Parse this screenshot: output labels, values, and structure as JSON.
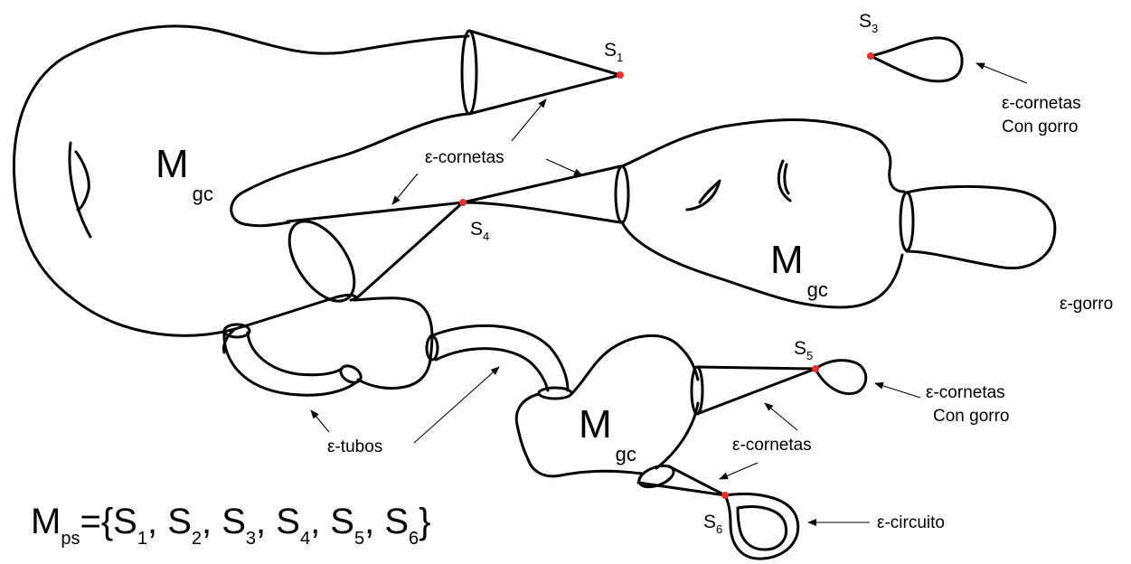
{
  "manifold_label": {
    "main": "M",
    "sub": "gc"
  },
  "points": [
    {
      "id": "S1",
      "letter": "S",
      "index": "1"
    },
    {
      "id": "S3",
      "letter": "S",
      "index": "3"
    },
    {
      "id": "S4",
      "letter": "S",
      "index": "4"
    },
    {
      "id": "S5",
      "letter": "S",
      "index": "5"
    },
    {
      "id": "S6",
      "letter": "S",
      "index": "6"
    }
  ],
  "labels": {
    "cornetas_top": "ε-cornetas",
    "cornetas_gorro_top": [
      "ε-cornetas",
      "Con gorro"
    ],
    "gorro": "ε-gorro",
    "cornetas_gorro_right": [
      "ε-cornetas",
      "Con gorro"
    ],
    "cornetas_bottom": "ε-cornetas",
    "tubos": "ε-tubos",
    "circuito": "ε-circuito"
  },
  "formula": {
    "main": "M",
    "sub": "ps",
    "parts": [
      "={S",
      ", S",
      ", S",
      ", S",
      ", S",
      ", S",
      "}"
    ],
    "indices": [
      "1",
      "2",
      "3",
      "4",
      "5",
      "6"
    ]
  },
  "colors": {
    "line": "#000000",
    "point": "#e8302d"
  }
}
